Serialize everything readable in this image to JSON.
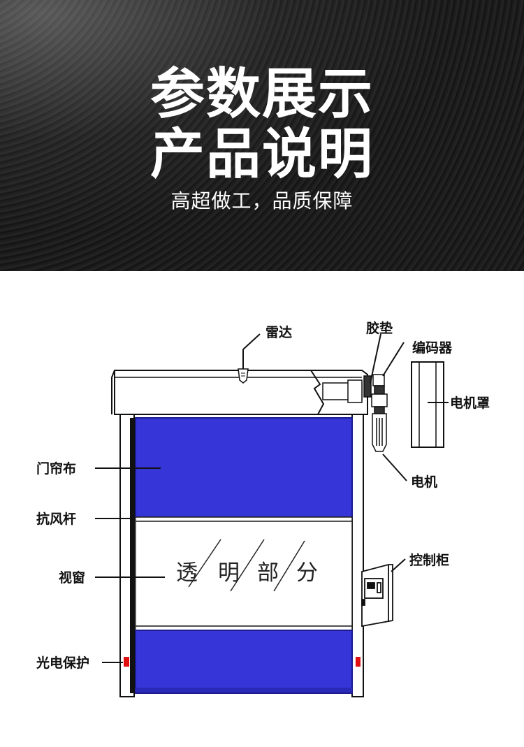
{
  "header": {
    "title_line1": "参数展示",
    "title_line2": "产品说明",
    "subtitle": "高超做工，品质保障"
  },
  "diagram": {
    "labels": {
      "radar": "雷达",
      "rubber_pad": "胶垫",
      "encoder": "编码器",
      "motor_cover": "电机罩",
      "motor": "电机",
      "curtain": "门帘布",
      "wind_bar": "抗风杆",
      "window": "视窗",
      "control_box": "控制柜",
      "photo_protect": "光电保护"
    },
    "window_text": [
      "透",
      "明",
      "部",
      "分"
    ],
    "colors": {
      "curtain_blue": "#3535d8",
      "curtain_blue_dark": "#2a2ab8",
      "sensor_red": "#e01010",
      "banner_bg": "#141414"
    }
  }
}
